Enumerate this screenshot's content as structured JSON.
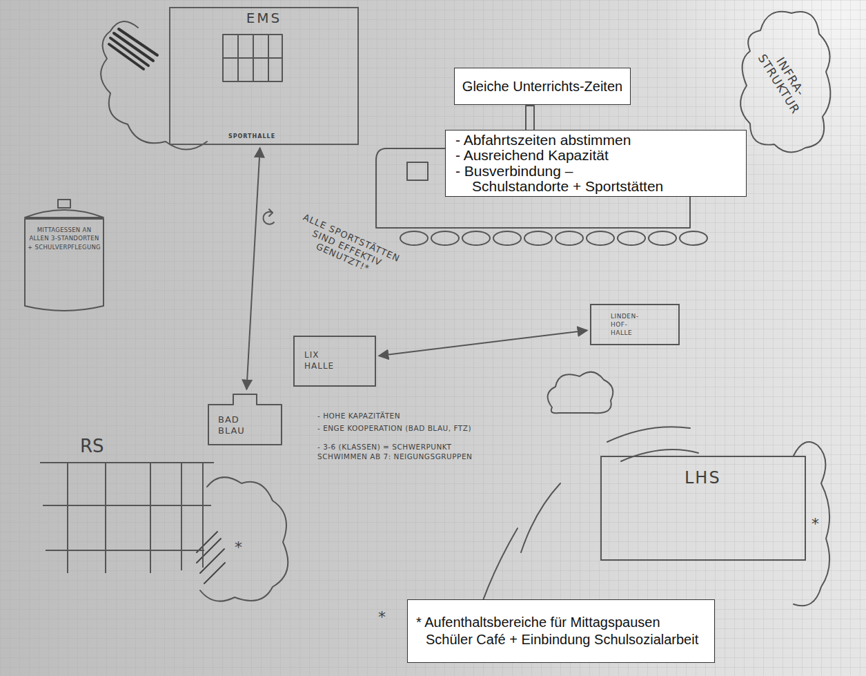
{
  "diagram": {
    "nodes": [
      {
        "text": [
          "EMS"
        ]
      },
      {
        "text": [
          "SPORTHALLE"
        ],
        "in": 0
      },
      {
        "text": [
          "Gleiche Unterrichts-Zeiten"
        ]
      },
      {
        "text": [
          "- Abfahrtszeiten abstimmen",
          "- Ausreichend Kapazität",
          "- Busverbindung – Schulstandorte + Sportstätten"
        ]
      },
      {
        "text": [
          "INFRA-STRUKTUR"
        ]
      },
      {
        "text": [
          "MITTAGESSEN AN ALLEN 3-STANDORTEN + SCHULVERPFLEGUNG"
        ]
      },
      {
        "text": [
          "LIX HALLE"
        ]
      },
      {
        "text": [
          "LINDEN-HOF-HALLE"
        ]
      },
      {
        "text": [
          "BAD BLAU"
        ]
      },
      {
        "text": [
          "RS"
        ]
      },
      {
        "text": [
          "LHS"
        ]
      },
      {
        "text": [
          "* Aufenthaltsbereiche für Mittagspausen Schüler Café + Einbindung Schulsozialarbeit"
        ]
      }
    ],
    "edges": [
      {
        "from": 0,
        "to": 8,
        "arrow": "both"
      },
      {
        "from": 6,
        "to": 7,
        "arrow": "both"
      }
    ],
    "labels": [
      "ALLE SPORTSTÄTTEN SIND EFFEKTIV GENUTZT!*",
      "- HOHE KAPAZITÄTEN",
      "- ENGE KOOPERATION (BAD BLAU, FTZ)",
      "- 3-6 (KLASSEN) = SCHWERPUNKT SCHWIMMEN AB 7: NEIGUNGSGRUPPEN",
      "*",
      "*",
      "*"
    ]
  }
}
